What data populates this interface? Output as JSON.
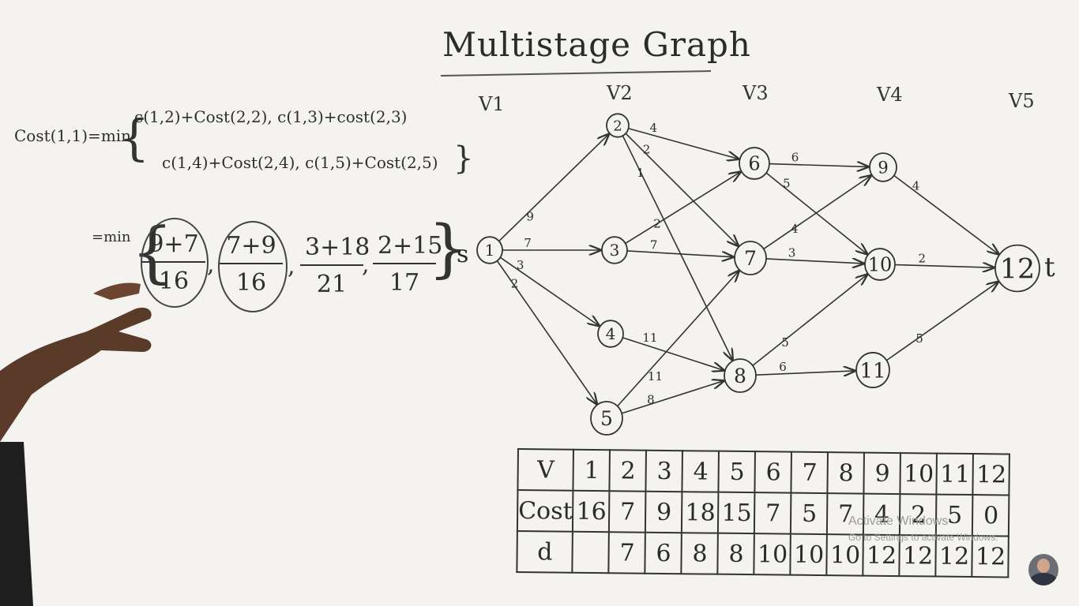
{
  "title": "Multistage Graph",
  "stages": [
    "V1",
    "V2",
    "V3",
    "V4",
    "V5"
  ],
  "source_label": "s",
  "sink_label": "t",
  "nodes": [
    "1",
    "2",
    "3",
    "4",
    "5",
    "6",
    "7",
    "8",
    "9",
    "10",
    "11",
    "12"
  ],
  "edges": [
    {
      "from": "1",
      "to": "2",
      "w": "9"
    },
    {
      "from": "1",
      "to": "3",
      "w": "7"
    },
    {
      "from": "1",
      "to": "4",
      "w": "3"
    },
    {
      "from": "1",
      "to": "5",
      "w": "2"
    },
    {
      "from": "2",
      "to": "6",
      "w": "4"
    },
    {
      "from": "2",
      "to": "7",
      "w": "2"
    },
    {
      "from": "2",
      "to": "8",
      "w": "1"
    },
    {
      "from": "3",
      "to": "6",
      "w": "2"
    },
    {
      "from": "3",
      "to": "7",
      "w": "7"
    },
    {
      "from": "4",
      "to": "8",
      "w": "11"
    },
    {
      "from": "5",
      "to": "7",
      "w": "11"
    },
    {
      "from": "5",
      "to": "8",
      "w": "8"
    },
    {
      "from": "6",
      "to": "9",
      "w": "6"
    },
    {
      "from": "6",
      "to": "10",
      "w": "5"
    },
    {
      "from": "7",
      "to": "9",
      "w": "4"
    },
    {
      "from": "7",
      "to": "10",
      "w": "3"
    },
    {
      "from": "8",
      "to": "10",
      "w": "5"
    },
    {
      "from": "8",
      "to": "11",
      "w": "6"
    },
    {
      "from": "9",
      "to": "12",
      "w": "4"
    },
    {
      "from": "10",
      "to": "12",
      "w": "2"
    },
    {
      "from": "11",
      "to": "12",
      "w": "5"
    }
  ],
  "formula": {
    "lhs": "Cost(1,1)=min",
    "line1": "c(1,2)+Cost(2,2), c(1,3)+cost(2,3)",
    "line2": "c(1,4)+Cost(2,4), c(1,5)+Cost(2,5)",
    "eq": "=min",
    "terms": [
      {
        "num": "9+7",
        "den": "16",
        "circled": true
      },
      {
        "num": "7+9",
        "den": "16",
        "circled": true
      },
      {
        "num": "3+18",
        "den": "21",
        "circled": false
      },
      {
        "num": "2+15",
        "den": "17",
        "circled": false
      }
    ]
  },
  "table": {
    "row_labels": [
      "V",
      "Cost",
      "d"
    ],
    "v": [
      "1",
      "2",
      "3",
      "4",
      "5",
      "6",
      "7",
      "8",
      "9",
      "10",
      "11",
      "12"
    ],
    "cost": [
      "16",
      "7",
      "9",
      "18",
      "15",
      "7",
      "5",
      "7",
      "4",
      "2",
      "5",
      "0"
    ],
    "d": [
      "",
      "7",
      "6",
      "8",
      "8",
      "10",
      "10",
      "10",
      "12",
      "12",
      "12",
      "12"
    ]
  },
  "watermark": {
    "line1": "Activate Windows",
    "line2": "Go to Settings to activate Windows."
  }
}
